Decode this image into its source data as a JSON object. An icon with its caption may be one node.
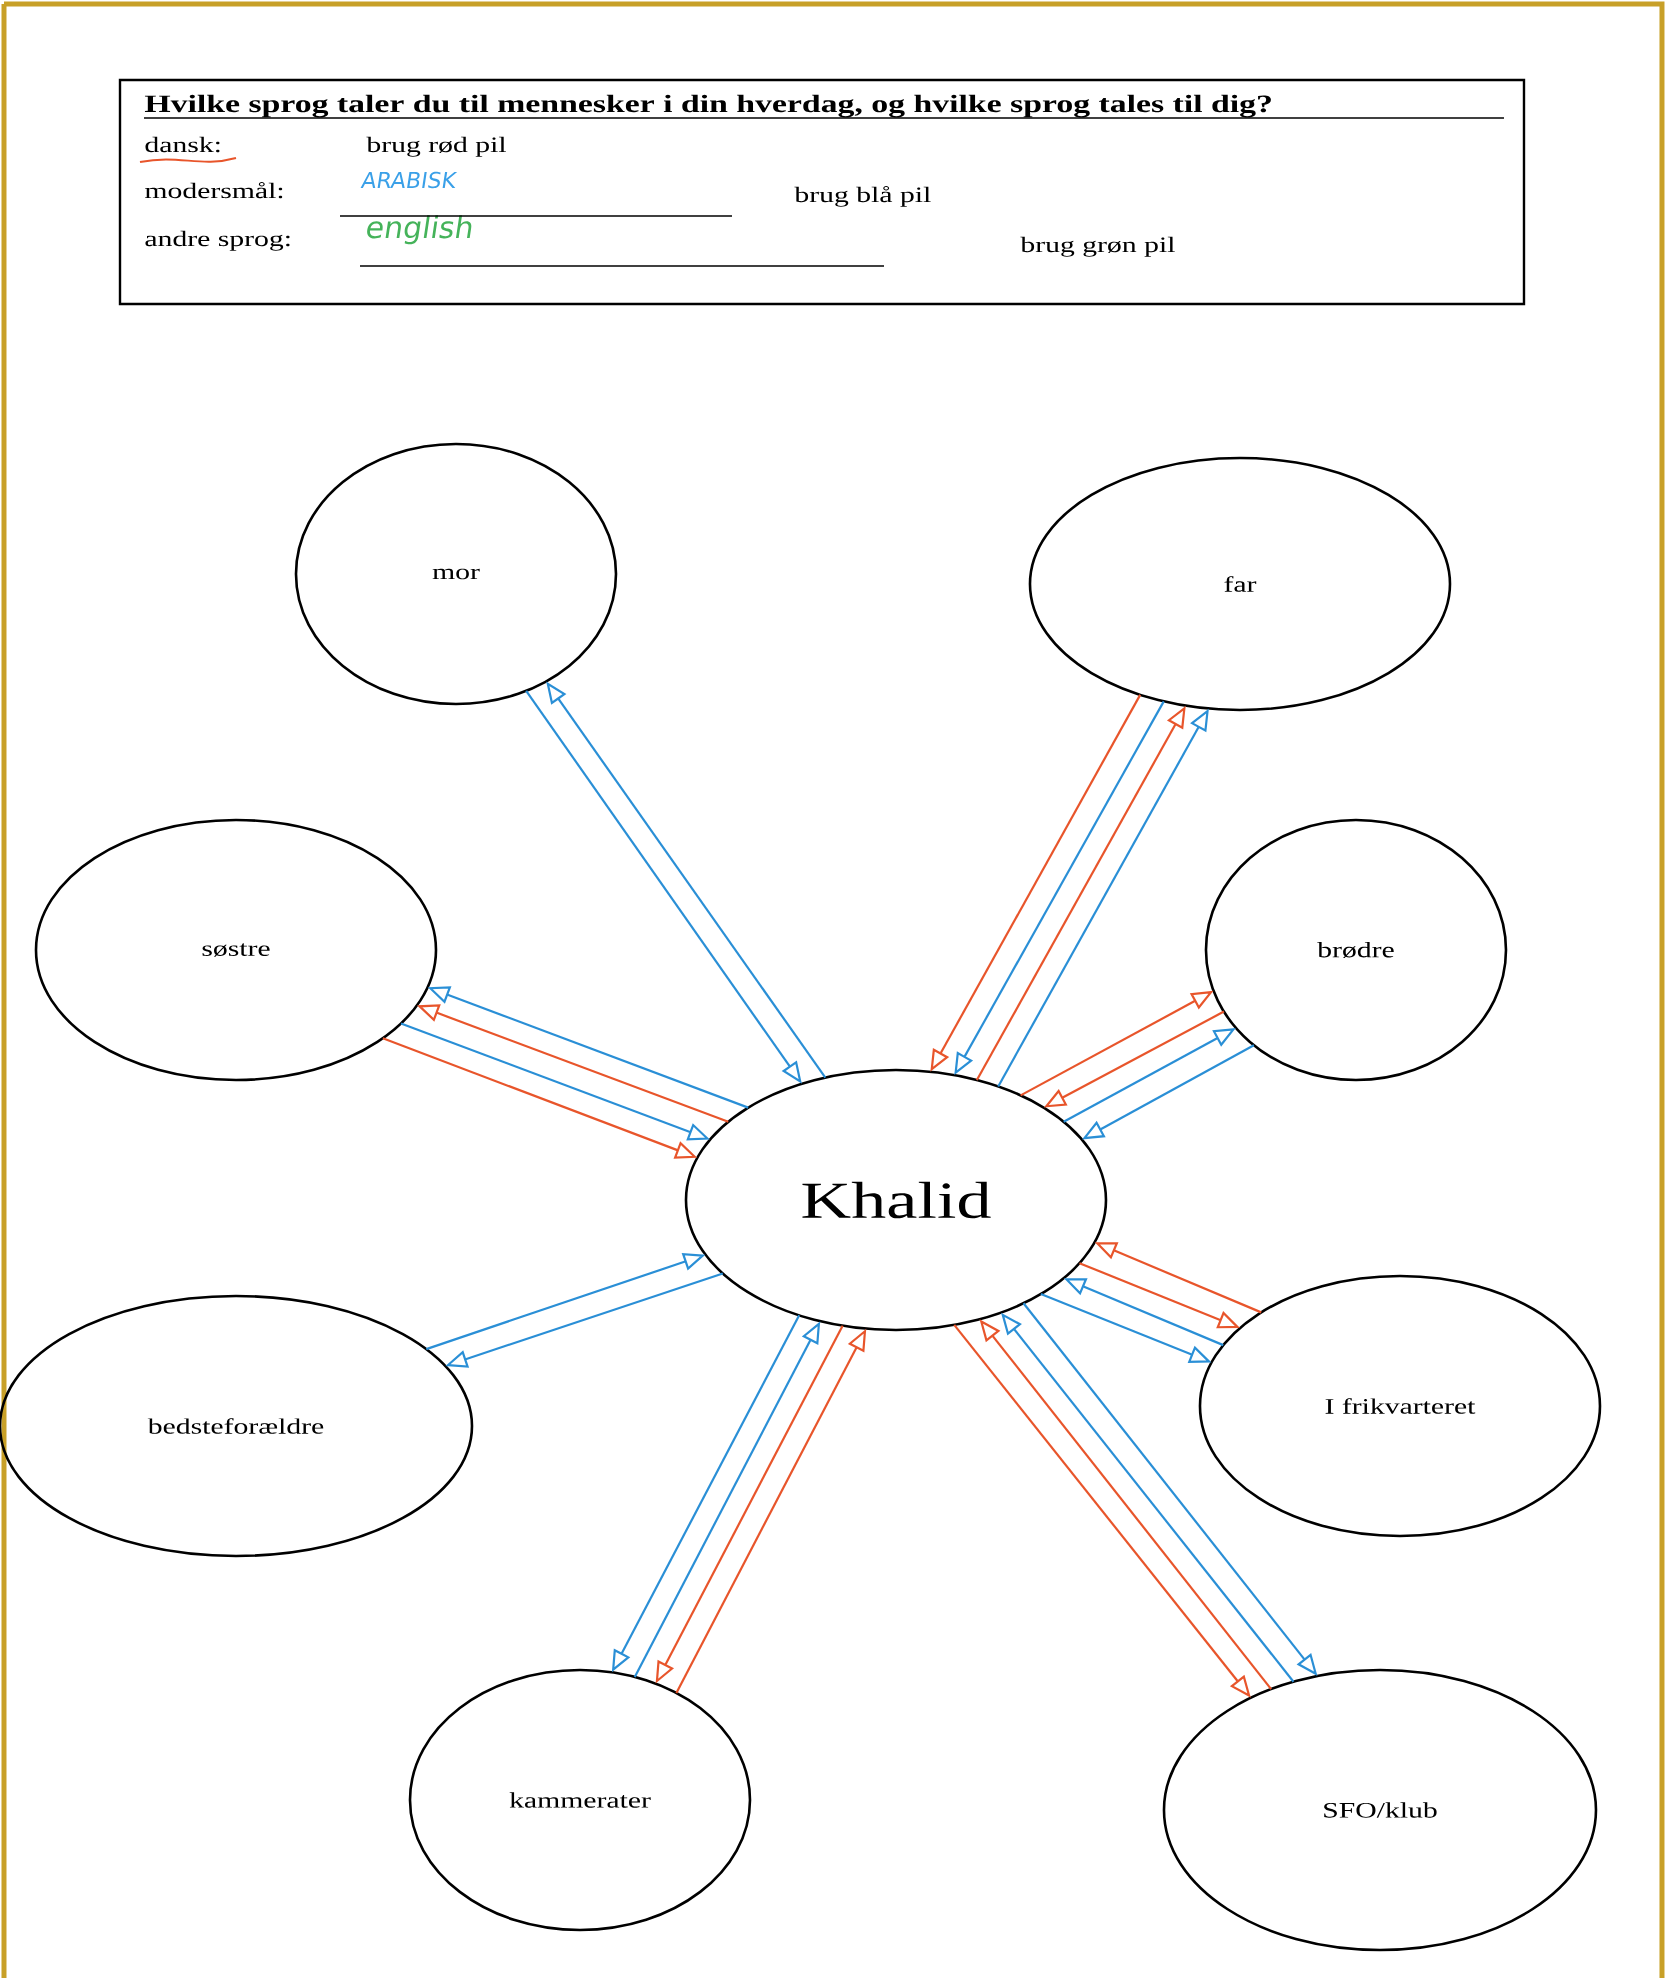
{
  "diagram": {
    "nodes": [
      {
        "text": [
          "Hvilke sprog taler du til mennesker i din hverdag, og hvilke sprog tales til dig?",
          "dansk:",
          "brug rød pil",
          "modersmål:",
          "ARABISK",
          "brug blå pil",
          "andre sprog:",
          "english",
          "brug grøn pil"
        ]
      },
      {
        "text": [
          "mor"
        ]
      },
      {
        "text": [
          "far"
        ]
      },
      {
        "text": [
          "søstre"
        ]
      },
      {
        "text": [
          "brødre"
        ]
      },
      {
        "text": [
          "Khalid"
        ]
      },
      {
        "text": [
          "bedsteforældre"
        ]
      },
      {
        "text": [
          "I frikvarteret"
        ]
      },
      {
        "text": [
          "kammerater"
        ]
      },
      {
        "text": [
          "SFO/klub"
        ]
      }
    ],
    "edges": [
      {
        "from": 5,
        "to": 1,
        "arrow": "to"
      },
      {
        "from": 1,
        "to": 5,
        "arrow": "to"
      },
      {
        "from": 5,
        "to": 2,
        "arrow": "to"
      },
      {
        "from": 5,
        "to": 2,
        "arrow": "to",
        "color": "#e8552b"
      },
      {
        "from": 2,
        "to": 5,
        "arrow": "to"
      },
      {
        "from": 2,
        "to": 5,
        "arrow": "to",
        "color": "#e8552b"
      },
      {
        "from": 5,
        "to": 3,
        "arrow": "to"
      },
      {
        "from": 5,
        "to": 3,
        "arrow": "to",
        "color": "#e8552b"
      },
      {
        "from": 3,
        "to": 5,
        "arrow": "to"
      },
      {
        "from": 3,
        "to": 5,
        "arrow": "to",
        "color": "#e8552b"
      },
      {
        "from": 4,
        "to": 5,
        "arrow": "to"
      },
      {
        "from": 5,
        "to": 4,
        "arrow": "to"
      },
      {
        "from": 4,
        "to": 5,
        "arrow": "to",
        "color": "#e8552b"
      },
      {
        "from": 5,
        "to": 4,
        "arrow": "to",
        "color": "#e8552b"
      },
      {
        "from": 5,
        "to": 6,
        "arrow": "to"
      },
      {
        "from": 6,
        "to": 5,
        "arrow": "to"
      },
      {
        "from": 7,
        "to": 5,
        "arrow": "to",
        "color": "#e8552b"
      },
      {
        "from": 5,
        "to": 7,
        "arrow": "to",
        "color": "#e8552b"
      },
      {
        "from": 7,
        "to": 5,
        "arrow": "to"
      },
      {
        "from": 5,
        "to": 7,
        "arrow": "to"
      },
      {
        "from": 8,
        "to": 5,
        "arrow": "to",
        "color": "#e8552b"
      },
      {
        "from": 5,
        "to": 8,
        "arrow": "to",
        "color": "#e8552b"
      },
      {
        "from": 8,
        "to": 5,
        "arrow": "to"
      },
      {
        "from": 5,
        "to": 8,
        "arrow": "to"
      },
      {
        "from": 5,
        "to": 9,
        "arrow": "to"
      },
      {
        "from": 9,
        "to": 5,
        "arrow": "to"
      },
      {
        "from": 9,
        "to": 5,
        "arrow": "to",
        "color": "#e8552b"
      },
      {
        "from": 5,
        "to": 9,
        "arrow": "to",
        "color": "#e8552b"
      }
    ]
  }
}
